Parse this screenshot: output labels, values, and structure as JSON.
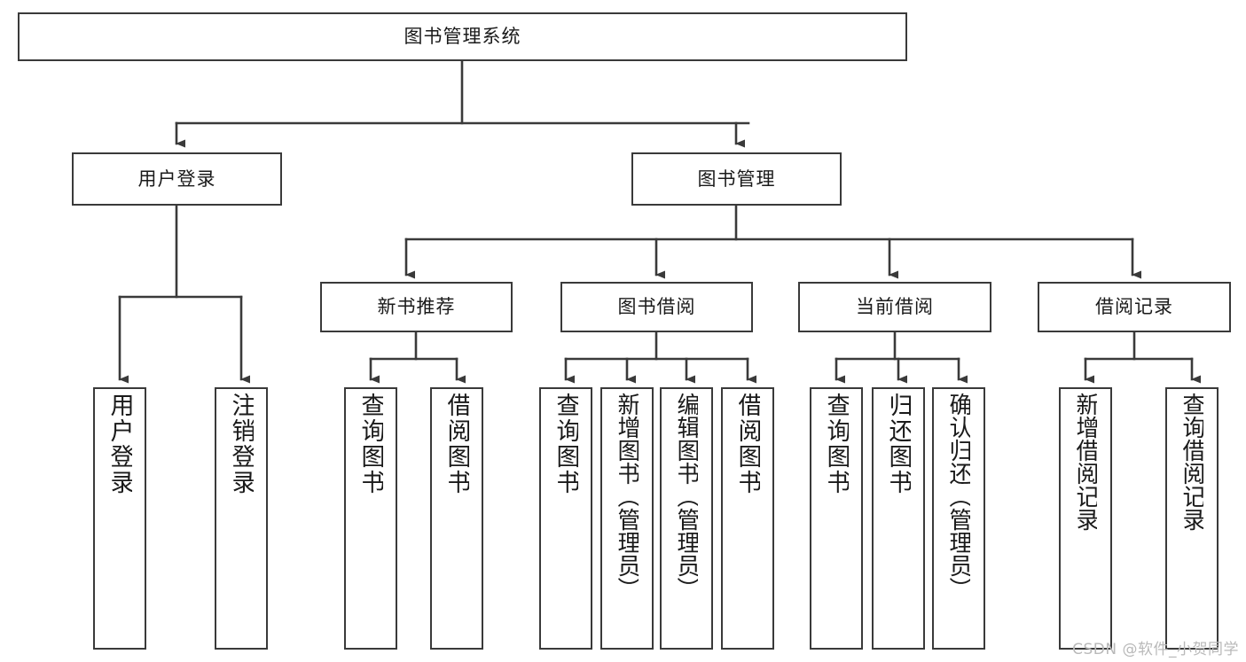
{
  "diagram": {
    "title": "图书管理系统",
    "watermark": "CSDN @软件_小贺同学",
    "colors": {
      "box_border": "#3a3a3a",
      "box_fill": "#ffffff",
      "edge": "#3a3a3a",
      "text": "#1a1a1a",
      "watermark": "#b9b9b9"
    },
    "root": {
      "label": "图书管理系统"
    },
    "level1": [
      {
        "label": "用户登录"
      },
      {
        "label": "图书管理"
      }
    ],
    "level2": [
      {
        "label": "新书推荐"
      },
      {
        "label": "图书借阅"
      },
      {
        "label": "当前借阅"
      },
      {
        "label": "借阅记录"
      }
    ],
    "leaves": {
      "user_login": [
        {
          "label": "用户登录"
        },
        {
          "label": "注销登录"
        }
      ],
      "new_book": [
        {
          "label": "查询图书"
        },
        {
          "label": "借阅图书"
        }
      ],
      "book_borrow": [
        {
          "label": "查询图书"
        },
        {
          "label": "新增图书（管理员）"
        },
        {
          "label": "编辑图书（管理员）"
        },
        {
          "label": "借阅图书"
        }
      ],
      "current_borrow": [
        {
          "label": "查询图书"
        },
        {
          "label": "归还图书"
        },
        {
          "label": "确认归还（管理员）"
        }
      ],
      "borrow_record": [
        {
          "label": "新增借阅记录"
        },
        {
          "label": "查询借阅记录"
        }
      ]
    }
  }
}
